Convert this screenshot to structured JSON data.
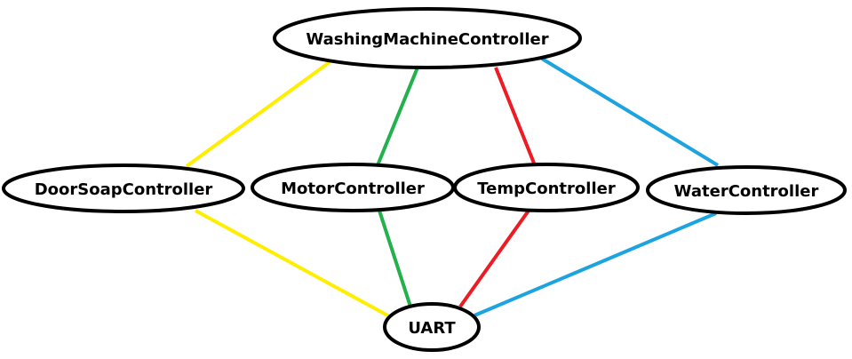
{
  "diagram": {
    "nodes": [
      {
        "id": "wmc",
        "label": "WashingMachineController"
      },
      {
        "id": "door",
        "label": "DoorSoapController"
      },
      {
        "id": "motor",
        "label": "MotorController"
      },
      {
        "id": "temp",
        "label": "TempController"
      },
      {
        "id": "water",
        "label": "WaterController"
      },
      {
        "id": "uart",
        "label": "UART"
      }
    ],
    "edges": [
      {
        "from": "wmc",
        "to": "door",
        "color": "#ffee00"
      },
      {
        "from": "wmc",
        "to": "motor",
        "color": "#22b14c"
      },
      {
        "from": "wmc",
        "to": "temp",
        "color": "#ed1c24"
      },
      {
        "from": "wmc",
        "to": "water",
        "color": "#1ca3e0"
      },
      {
        "from": "door",
        "to": "uart",
        "color": "#ffee00"
      },
      {
        "from": "motor",
        "to": "uart",
        "color": "#22b14c"
      },
      {
        "from": "temp",
        "to": "uart",
        "color": "#ed1c24"
      },
      {
        "from": "water",
        "to": "uart",
        "color": "#1ca3e0"
      }
    ]
  }
}
